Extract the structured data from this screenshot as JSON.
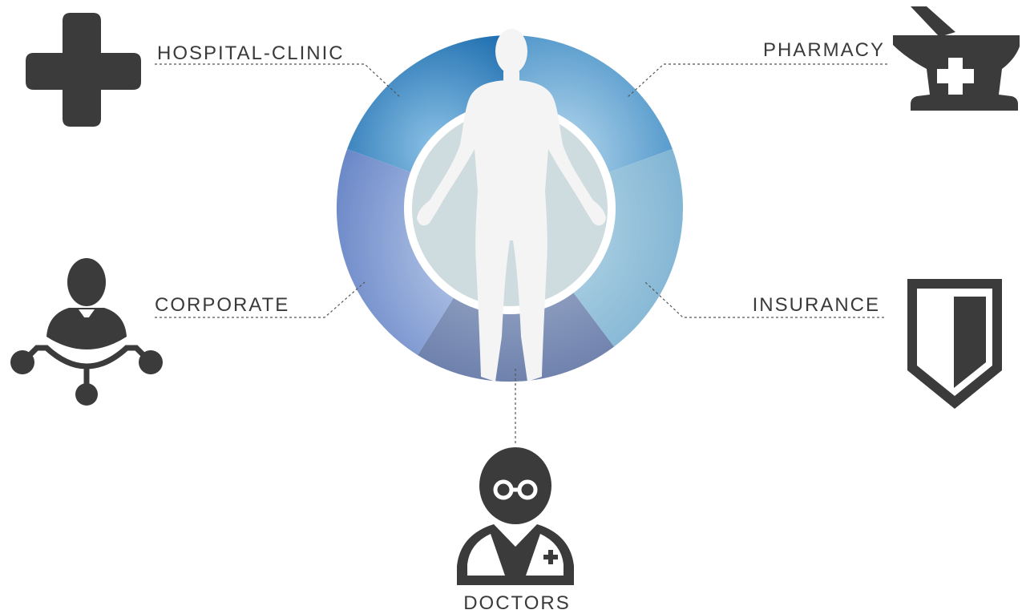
{
  "labels": {
    "hospital": "HOSPITAL-CLINIC",
    "pharmacy": "PHARMACY",
    "corporate": "CORPORATE",
    "insurance": "INSURANCE",
    "doctors": "DOCTORS"
  },
  "colors": {
    "icon": "#3b3b3b",
    "seg_hospital": "#3a86c0",
    "seg_pharmacy": "#6aaad4",
    "seg_insurance": "#8fc2dc",
    "seg_doctors": "#8a9cc2",
    "seg_corporate": "#8fa6d8",
    "inner_disc": "#cfdcdf",
    "body": "#f3f3f3"
  }
}
